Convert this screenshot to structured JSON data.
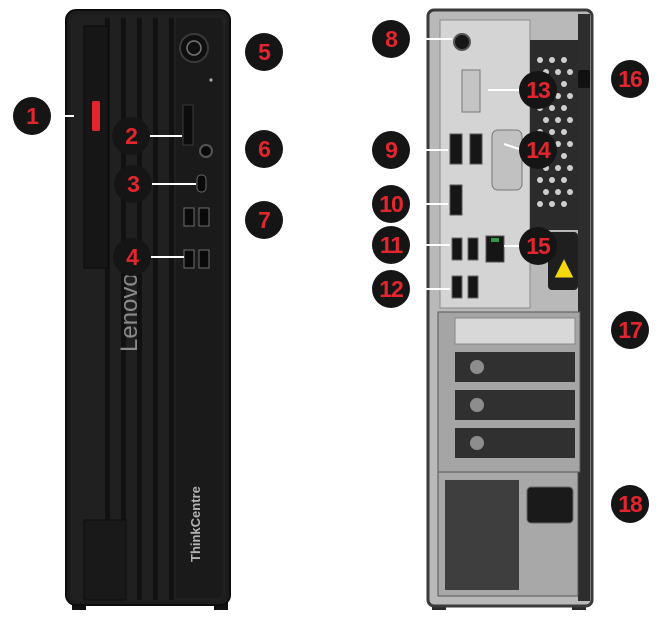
{
  "front": {
    "brand_text": "Lenovo",
    "series_text": "ThinkCentre"
  },
  "callouts": [
    {
      "label": "1"
    },
    {
      "label": "2"
    },
    {
      "label": "3"
    },
    {
      "label": "4"
    },
    {
      "label": "5"
    },
    {
      "label": "6"
    },
    {
      "label": "7"
    },
    {
      "label": "8"
    },
    {
      "label": "9"
    },
    {
      "label": "10"
    },
    {
      "label": "11"
    },
    {
      "label": "12"
    },
    {
      "label": "13"
    },
    {
      "label": "14"
    },
    {
      "label": "15"
    },
    {
      "label": "16"
    },
    {
      "label": "17"
    },
    {
      "label": "18"
    }
  ],
  "colors": {
    "callout_bg": "#151515",
    "callout_text": "#e3262e",
    "chassis_front": "#1c1c1c",
    "chassis_rear": "#b9b9b9"
  }
}
